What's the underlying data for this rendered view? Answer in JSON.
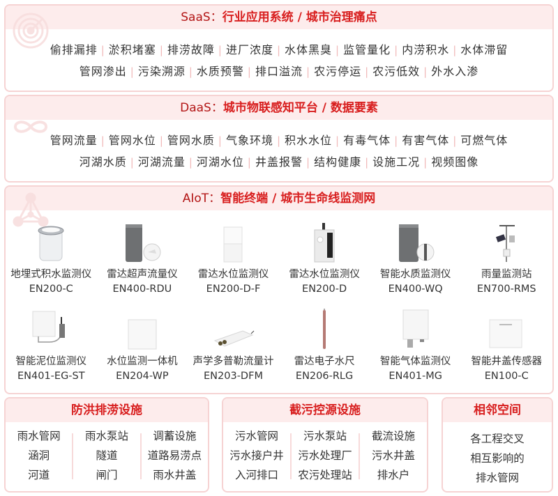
{
  "saas": {
    "prefix": "SaaS：",
    "title": "行业应用系统 / 城市治理痛点",
    "icon": "radar-icon",
    "rows": [
      [
        "偷排漏排",
        "淤积堵塞",
        "排涝故障",
        "进厂浓度",
        "水体黑臭",
        "监管量化",
        "内涝积水",
        "水体滞留"
      ],
      [
        "管网渗出",
        "污染溯源",
        "水质预警",
        "排口溢流",
        "农污停运",
        "农污低效",
        "外水入渗"
      ]
    ]
  },
  "daas": {
    "prefix": "DaaS：",
    "title": "城市物联感知平台 / 数据要素",
    "icon": "infinity-icon",
    "rows": [
      [
        "管网流量",
        "管网水位",
        "管网水质",
        "气象环境",
        "积水水位",
        "有毒气体",
        "有害气体",
        "可燃气体"
      ],
      [
        "河湖水质",
        "河湖流量",
        "河湖水位",
        "井盖报警",
        "结构健康",
        "设施工况",
        "视频图像"
      ]
    ]
  },
  "aiot": {
    "prefix": "AIoT：",
    "title": "智能终端 / 城市生命线监测网",
    "icon": "network-triangle-icon",
    "devices": [
      [
        {
          "name": "地埋式积水监测仪",
          "model": "EN200-C",
          "img": "cylinder"
        },
        {
          "name": "雷达超声流量仪",
          "model": "EN400-RDU",
          "img": "graybox-disc"
        },
        {
          "name": "雷达水位监测仪",
          "model": "EN200-D-F",
          "img": "whitecube"
        },
        {
          "name": "雷达水位监测仪",
          "model": "EN200-D",
          "img": "radarbox"
        },
        {
          "name": "智能水质监测仪",
          "model": "EN400-WQ",
          "img": "graybox-probe"
        },
        {
          "name": "雨量监测站",
          "model": "EN700-RMS",
          "img": "weather"
        }
      ],
      [
        {
          "name": "智能泥位监测仪",
          "model": "EN401-EG-ST",
          "img": "panel-cable"
        },
        {
          "name": "水位监测一体机",
          "model": "EN204-WP",
          "img": "whitesquare"
        },
        {
          "name": "声学多普勒流量计",
          "model": "EN203-DFM",
          "img": "doppler"
        },
        {
          "name": "雷达电子水尺",
          "model": "EN206-RLG",
          "img": "rod"
        },
        {
          "name": "智能气体监测仪",
          "model": "EN401-MG",
          "img": "panel-gland"
        },
        {
          "name": "智能井盖传感器",
          "model": "EN100-C",
          "img": "flatsquare"
        }
      ]
    ]
  },
  "facilities": [
    {
      "title": "防洪排涝设施",
      "columns": [
        [
          "雨水管网",
          "涵洞",
          "河道"
        ],
        [
          "雨水泵站",
          "隧道",
          "闸门"
        ],
        [
          "调蓄设施",
          "道路易涝点",
          "雨水井盖"
        ]
      ]
    },
    {
      "title": "截污控源设施",
      "columns": [
        [
          "污水管网",
          "污水接户井",
          "入河排口"
        ],
        [
          "污水泵站",
          "污水处理厂",
          "农污处理站"
        ],
        [
          "截流设施",
          "污水井盖",
          "排水户"
        ]
      ]
    },
    {
      "title": "相邻空间",
      "lines": [
        "各工程交叉",
        "相互影响的",
        "排水管网"
      ]
    }
  ],
  "colors": {
    "accent": "#d81e1e",
    "accent_dark": "#b31515",
    "header_bg": "#fdecec",
    "border": "#f6d3d3",
    "separator": "#f1b9b9"
  }
}
